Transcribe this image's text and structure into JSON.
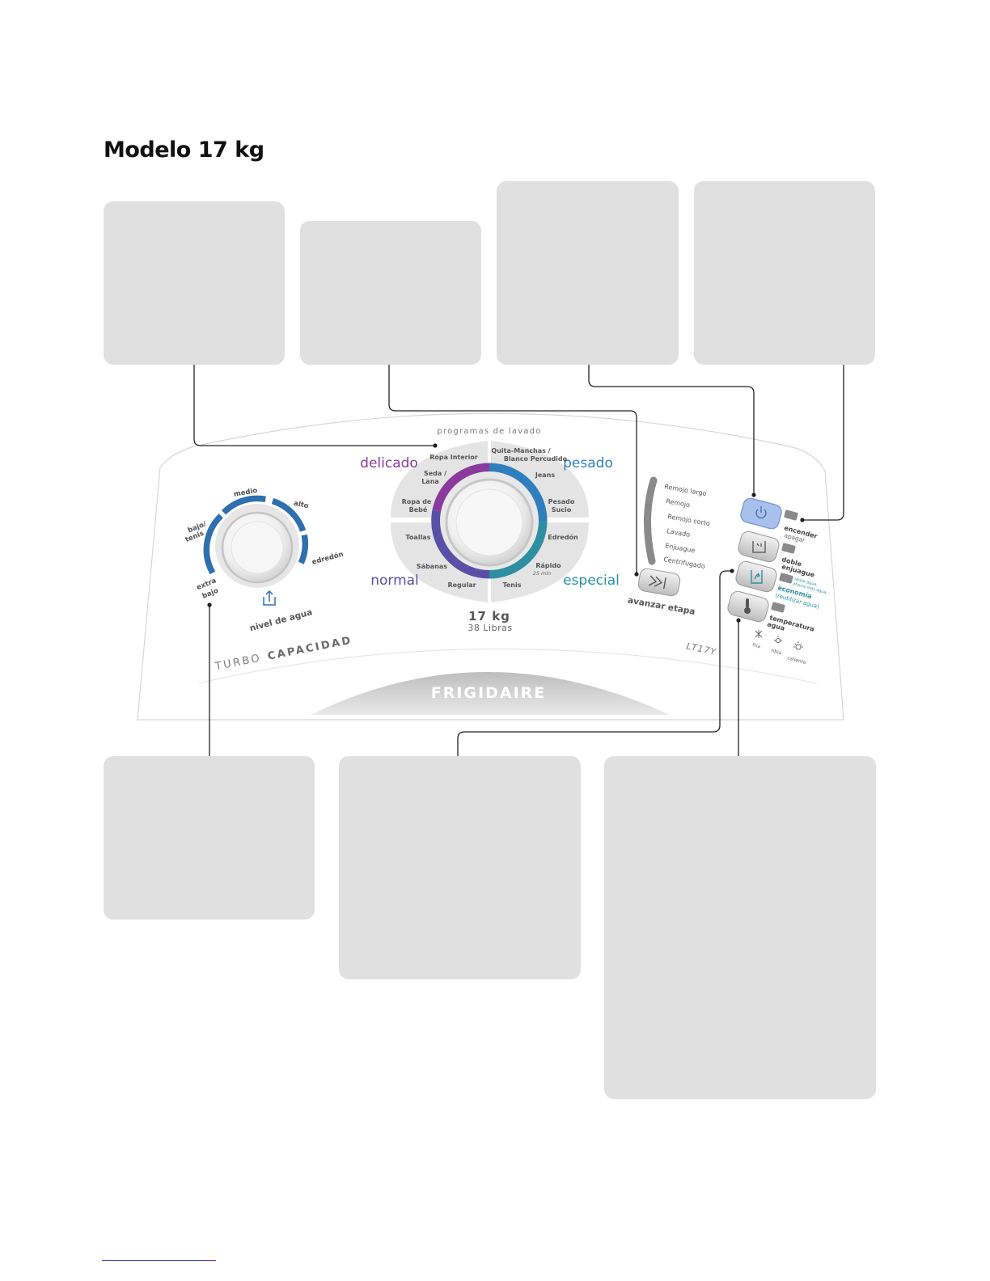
{
  "page": {
    "title": "Modelo 17 kg"
  },
  "panel": {
    "brand": "FRIGIDAIRE",
    "series_turbo": "TURBO",
    "series_cap": "CAPACIDAD",
    "model": "LT17Y",
    "capacity_kg": "17 kg",
    "capacity_lb": "38 Libras"
  },
  "water_level": {
    "title": "nivel de agua",
    "levels": [
      "extra",
      "bajo",
      "bajo/",
      "tenis",
      "medio",
      "alto",
      "edredón"
    ]
  },
  "wash_programs": {
    "title": "programas de lavado",
    "groups": [
      "delicado",
      "pesado",
      "normal",
      "especial"
    ],
    "programs": [
      "Ropa Interior",
      "Seda /",
      "Lana",
      "Ropa de",
      "Bebé",
      "Toallas",
      "Sábanas",
      "Regular",
      "Quita-Manchas /",
      "Blanco Percudido",
      "Jeans",
      "Pesado",
      "Sucio",
      "Edredón",
      "Rápido",
      "25 min",
      "Tenis"
    ]
  },
  "cycle_steps": {
    "steps": [
      "Remojo largo",
      "Remojo",
      "Remojo corto",
      "Lavado",
      "Enjuague",
      "Centrifugado"
    ],
    "advance_label": "avanzar etapa"
  },
  "buttons": {
    "power_1": "encender",
    "power_2": "apagar",
    "rinse_1": "doble",
    "rinse_2": "enjuague",
    "eco_note_1": "reúsa agua,",
    "eco_note_2": "ahorra más agua",
    "eco_1": "economía",
    "eco_2": "(reutilizar agua)",
    "temp_1": "temperatura",
    "temp_2": "agua",
    "temp_options": [
      "fría",
      "tibia",
      "caliente"
    ]
  },
  "colors": {
    "callout_bg": "#e0e0e0",
    "delicado": "#8a3a9c",
    "pesado": "#2f7fbd",
    "normal": "#5a4fa6",
    "especial": "#2e8fa0",
    "water_arc": "#2f6fb0",
    "power_button": "#a9c0ec",
    "leader_line": "#222222"
  }
}
